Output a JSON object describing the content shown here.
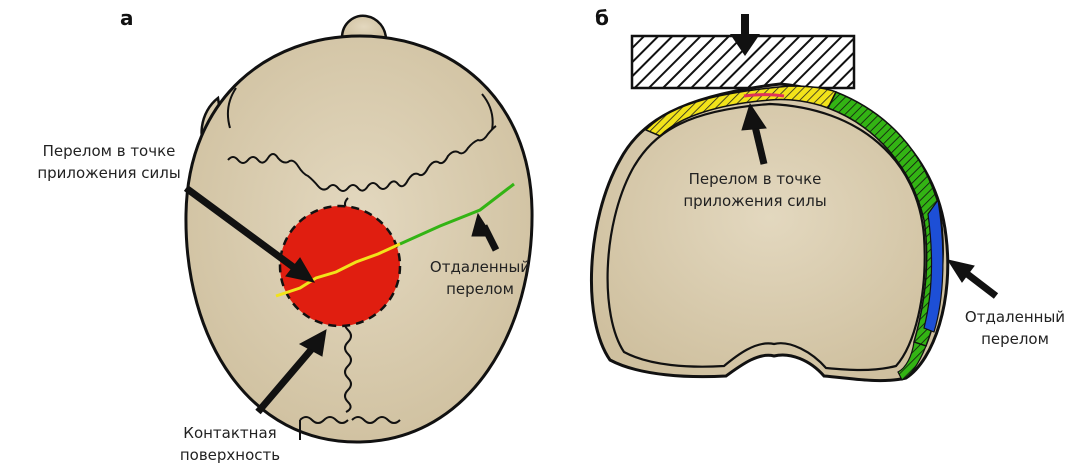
{
  "panels": {
    "a": {
      "letter": "а",
      "impact_label_line1": "Перелом в точке",
      "impact_label_line2": "приложения силы",
      "remote_label_line1": "Отдаленный",
      "remote_label_line2": "перелом",
      "contact_label_line1": "Контактная",
      "contact_label_line2": "поверхность"
    },
    "b": {
      "letter": "б",
      "impact_label_line1": "Перелом в точке",
      "impact_label_line2": "приложения силы",
      "remote_label_line1": "Отдаленный",
      "remote_label_line2": "перелом"
    }
  },
  "colors": {
    "bone": "#d9ccb0",
    "outline": "#111111",
    "contact_surface": "#e01e10",
    "impact_fracture": "#f2e31a",
    "remote_fracture": "#33b414",
    "remote_fracture_blue": "#1d4fd6"
  }
}
